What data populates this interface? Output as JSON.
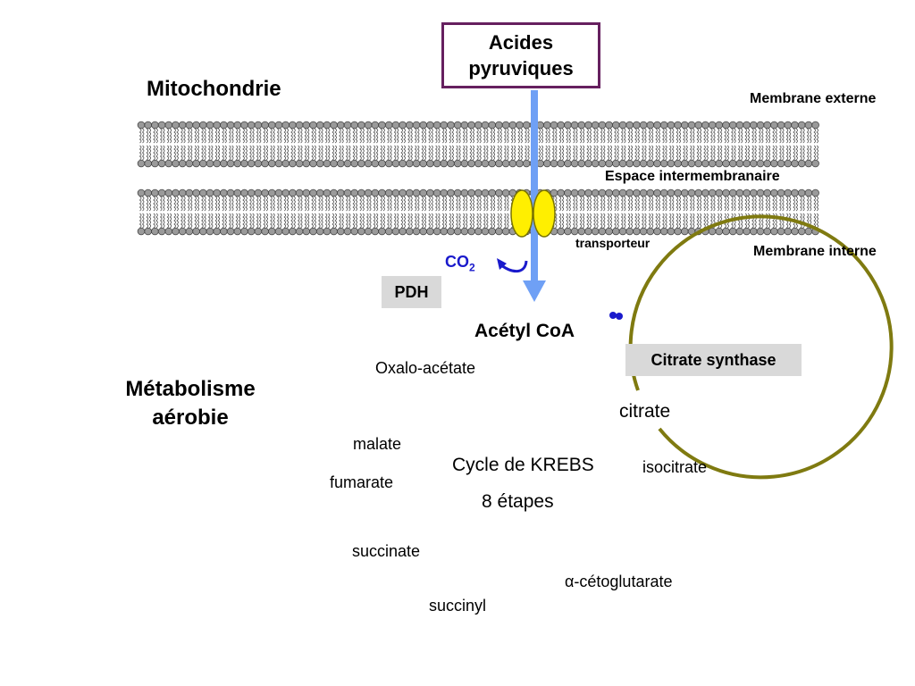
{
  "title": "Mitochondrie",
  "subtitle_line1": "Métabolisme",
  "subtitle_line2": "aérobie",
  "input_line1": "Acides",
  "input_line2": "pyruviques",
  "membranes": {
    "outer": "Membrane externe",
    "intermembrane": "Espace intermembranaire",
    "inner": "Membrane interne",
    "transporter": "transporteur"
  },
  "co2": {
    "base": "CO",
    "sub": "2"
  },
  "pdh": "PDH",
  "acetyl": "Acétyl CoA",
  "citrate_synthase": "Citrate synthase",
  "cycle": {
    "name": "Cycle de KREBS",
    "steps_label": "8 étapes",
    "metabolites": {
      "oxalo": "Oxalo-acétate",
      "citrate": "citrate",
      "isocitrate": "isocitrate",
      "alpha_prefix": "α",
      "ketoglutarate": "-cétoglutarate",
      "succinyl": "succinyl",
      "succinate": "succinate",
      "fumarate": "fumarate",
      "malate": "malate"
    }
  },
  "colors": {
    "cycle": "#7f7a10",
    "arrow": "#6fa0f5",
    "co2": "#1a1acc",
    "transporter": "#ffef00",
    "input_border": "#66205f",
    "enzyme_bg": "#d9d9d9"
  }
}
